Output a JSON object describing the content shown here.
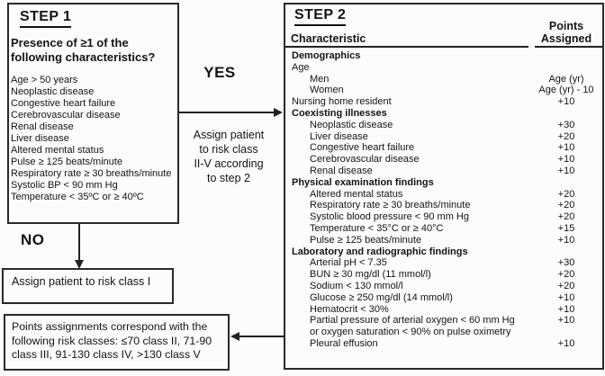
{
  "step1": {
    "title": "STEP 1",
    "question": "Presence of ≥1 of the\nfollowing characteristics?",
    "items": [
      "Age > 50 years",
      "Neoplastic disease",
      "Congestive heart failure",
      "Cerebrovascular disease",
      "Renal disease",
      "Liver disease",
      "Altered mental status",
      "Pulse ≥ 125 beats/minute",
      "Respiratory rate ≥ 30 breaths/minute",
      "Systolic BP < 90 mm Hg",
      "Temperature < 35ºC or ≥ 40ºC"
    ]
  },
  "yes_branch": {
    "label": "YES",
    "note": "Assign patient\nto risk class\nII-V according\nto step 2"
  },
  "no_branch": {
    "label": "NO",
    "result": "Assign patient to risk class I"
  },
  "step2": {
    "title": "STEP 2",
    "col_characteristic": "Characteristic",
    "col_points": "Points\nAssigned",
    "rows": [
      {
        "label": "Demographics",
        "points": "",
        "kind": "section"
      },
      {
        "label": "Age",
        "points": "",
        "kind": "plain"
      },
      {
        "label": "Men",
        "points": "Age (yr)",
        "kind": "item"
      },
      {
        "label": "Women",
        "points": "Age (yr) - 10",
        "kind": "item"
      },
      {
        "label": "Nursing home resident",
        "points": "+10",
        "kind": "plain"
      },
      {
        "label": "Coexisting illnesses",
        "points": "",
        "kind": "section"
      },
      {
        "label": "Neoplastic disease",
        "points": "+30",
        "kind": "item"
      },
      {
        "label": "Liver disease",
        "points": "+20",
        "kind": "item"
      },
      {
        "label": "Congestive heart failure",
        "points": "+10",
        "kind": "item"
      },
      {
        "label": "Cerebrovascular disease",
        "points": "+10",
        "kind": "item"
      },
      {
        "label": "Renal disease",
        "points": "+10",
        "kind": "item"
      },
      {
        "label": "Physical examination findings",
        "points": "",
        "kind": "section"
      },
      {
        "label": "Altered mental status",
        "points": "+20",
        "kind": "item"
      },
      {
        "label": "Respiratory rate ≥ 30 breaths/minute",
        "points": "+20",
        "kind": "item"
      },
      {
        "label": "Systolic blood pressure < 90 mm Hg",
        "points": "+20",
        "kind": "item"
      },
      {
        "label": "Temperature < 35°C or ≥ 40°C",
        "points": "+15",
        "kind": "item"
      },
      {
        "label": "Pulse ≥ 125 beats/minute",
        "points": "+10",
        "kind": "item"
      },
      {
        "label": "Laboratory and radiographic findings",
        "points": "",
        "kind": "section"
      },
      {
        "label": "Arterial pH < 7.35",
        "points": "+30",
        "kind": "item"
      },
      {
        "label": "BUN ≥ 30 mg/dl (11 mmol/l)",
        "points": "+20",
        "kind": "item"
      },
      {
        "label": "Sodium < 130 mmol/l",
        "points": "+20",
        "kind": "item"
      },
      {
        "label": "Glucose ≥ 250 mg/dl (14 mmol/l)",
        "points": "+10",
        "kind": "item"
      },
      {
        "label": "Hematocrit < 30%",
        "points": "+10",
        "kind": "item"
      },
      {
        "label": "Partial pressure of arterial oxygen < 60 mm Hg\nor oxygen saturation < 90% on pulse oximetry",
        "points": "+10",
        "kind": "item"
      },
      {
        "label": "Pleural effusion",
        "points": "+10",
        "kind": "item"
      }
    ]
  },
  "footnote": {
    "text": "Points assignments correspond with the\nfollowing risk classes: ≤70 class II, 71-90\nclass III, 91-130 class IV, >130 class V"
  }
}
